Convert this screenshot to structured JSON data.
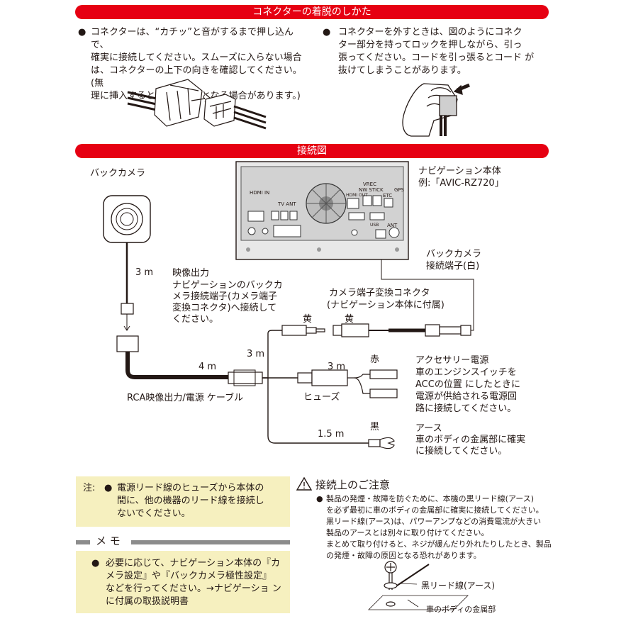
{
  "section1": {
    "banner": "コネクターの着脱のしかた",
    "left_bullet": "●",
    "left_lines": [
      "コネクターは、“カチッ”と音がするまで押し込んで、",
      "確実に接続してください。スムーズに入らない場合",
      "は、コネクターの上下の向きを確認してください。(無",
      "理に挿入すると故障の原因となる場合があります。)"
    ],
    "right_bullet": "●",
    "right_lines": [
      "コネクターを外すときは、図のようにコネク",
      "ター部分を持ってロックを押しながら、引っ",
      "張ってください。コードを引っ張るとコード が",
      "抜けてしまうことがあります。"
    ]
  },
  "section2": {
    "banner": "接続図",
    "back_camera": "バックカメラ",
    "nav_unit_lines": [
      "ナビゲーション本体",
      "例:「AVIC-RZ720」"
    ],
    "camera_terminal_lines": [
      "バックカメラ",
      "接続端子(白)"
    ],
    "len_3m_a": "3 m",
    "video_out_lines": [
      "映像出力",
      "ナビゲーションのバックカ",
      "メラ接続端子(カメラ端子",
      "変換コネクタ)へ接続して",
      "ください。"
    ],
    "converter_lines": [
      "カメラ端子変換コネクタ",
      "(ナビゲーション本体に付属)"
    ],
    "yellow_a": "黄",
    "yellow_b": "黄",
    "len_3m_b": "3 m",
    "len_4m": "4 m",
    "len_3m_c": "3 m",
    "red": "赤",
    "fuse": "ヒューズ",
    "cable": "RCA映像出力/電源 ケーブル",
    "accessory_lines": [
      "アクセサリー電源",
      "車のエンジンスイッチを",
      "ACCの位置 にしたときに",
      "電源が供給される電源回",
      "路に接続してください。"
    ],
    "len_1_5m": "1.5 m",
    "black": "黒",
    "earth_lines": [
      "アース",
      "車のボディの金属部に確実",
      "に接続してください。"
    ],
    "panel_labels": {
      "hdmi_in": "HDMI IN",
      "tv_ant": "TV ANT",
      "vrec": "VREC",
      "nw_stick": "NW STICK",
      "hdmi_out": "HDMI OUT",
      "etc": "ETC",
      "gps": "GPS",
      "ant": "ANT",
      "usb": "USB"
    }
  },
  "note": {
    "prefix": "注:",
    "bullet": "●",
    "lines": [
      "電源リード線のヒューズから本体の",
      "間に、他の機器のリード線を接続し",
      "ないでください。"
    ]
  },
  "memo": {
    "title": "メ モ",
    "bullet": "●",
    "lines": [
      "必要に応じて、ナビゲーション本体の『カ",
      "メラ設定』や『バックカメラ極性設定』",
      "などを行ってください。→ナビゲーショ ン",
      "に付属の取扱説明書"
    ]
  },
  "caution": {
    "title": "接続上のご注意",
    "bullet": "●",
    "lines": [
      "製品の発煙・故障を防ぐために、本機の黒リード線(アース)",
      "を必ず最初に車のボディの金属部に確実に接続してください。",
      "黒リード線(アース)は、パワーアンプなどの消費電流が大きい",
      "製品のアースとは別々に取り付けてください。",
      "まとめて取り付けると、ネジが緩んだり外れたりしたとき、製品",
      "の発煙・故障の原因となる恐れがあります。"
    ],
    "lead_label": "黒リード線(アース)",
    "body_label": "車のボディの金属部"
  },
  "colors": {
    "accent_red": "#e60012",
    "note_bg": "#f6f0bf",
    "memo_bar": "#8c8c8c"
  }
}
